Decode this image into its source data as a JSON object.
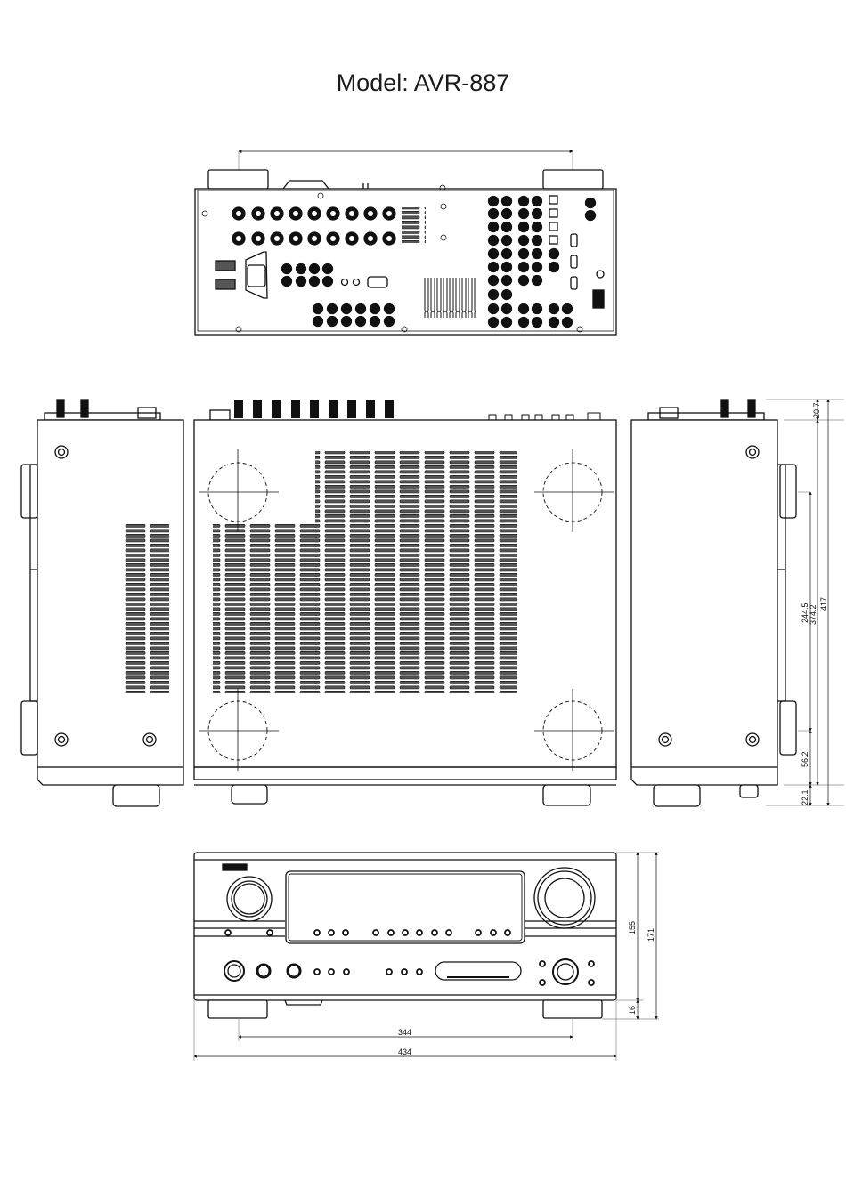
{
  "title": "Model: AVR-887",
  "views": {
    "rear": {
      "name": "rear-panel-view"
    },
    "left_side": {
      "name": "left-side-view"
    },
    "top": {
      "name": "top-view"
    },
    "right_side": {
      "name": "right-side-view"
    },
    "front": {
      "name": "front-panel-view"
    }
  },
  "dimensions": {
    "side_vertical": [
      "20.7",
      "244.5",
      "374.2",
      "417",
      "56.2",
      "22.1"
    ],
    "front_vertical": [
      "155",
      "171",
      "16"
    ],
    "front_horizontal": [
      "344",
      "434"
    ]
  },
  "colors": {
    "line": "#111111",
    "background": "#ffffff"
  }
}
